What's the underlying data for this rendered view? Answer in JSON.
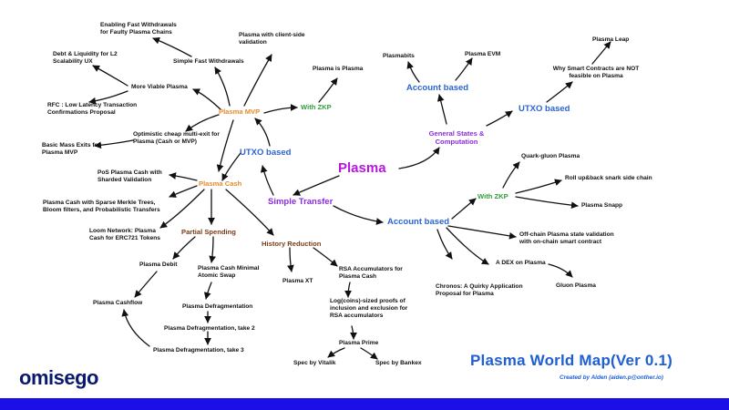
{
  "colors": {
    "center": "#b516e0",
    "blue": "#2a64d6",
    "orange": "#e8892b",
    "green": "#2f9e3a",
    "brown": "#7a3b14",
    "purple": "#8a2be2",
    "title": "#1f5fd6",
    "footer": "#1b0fe8",
    "logo": "#0a1a6b",
    "ink": "#111111"
  },
  "logo_text": "omisego",
  "title": "Plasma World Map(Ver 0.1)",
  "credit": "Created by Aiden (aiden.p@onther.io)",
  "nodes": {
    "plasma": "Plasma",
    "simple_transfer": "Simple Transfer",
    "utxo_left": "UTXO based",
    "plasma_mvp": "Plasma MVP",
    "plasma_cash": "Plasma Cash",
    "with_zkp_mvp": "With ZKP",
    "plasma_is_plasma": "Plasma is Plasma",
    "client_side": "Plasma with client-side validation",
    "fast_withdrawals_faulty": "Enabling Fast Withdrawals for Faulty Plasma Chains",
    "simple_fast_withdrawals": "Simple Fast Withdrawals",
    "debt_liquidity": "Debt & Liquidity for L2 Scalability UX",
    "more_viable": "More Viable Plasma",
    "rfc_low_latency": "RFC : Low Latency Transaction Confirmations Proposal",
    "optimistic_exit": "Optimistic cheap multi-exit for Plasma (Cash or MVP)",
    "basic_mass_exits": "Basic Mass Exits for Plasma MVP",
    "pos_plasma_cash": "PoS Plasma Cash with Sharded Validation",
    "sparse_merkle": "Plasma Cash with Sparse Merkle Trees, Bloom filters, and Probabilistic Transfers",
    "loom": "Loom Network: Plasma Cash for ERC721 Tokens",
    "partial_spending": "Partial Spending",
    "history_reduction": "History Reduction",
    "plasma_debit": "Plasma Debit",
    "cash_minimal_swap": "Plasma Cash Minimal Atomic Swap",
    "plasma_cashflow": "Plasma Cashflow",
    "defrag": "Plasma Defragmentation",
    "defrag2": "Plasma Defragmentation, take 2",
    "defrag3": "Plasma Defragmentation, take 3",
    "plasma_xt": "Plasma XT",
    "rsa_accumulators": "RSA Accumulators for Plasma Cash",
    "log_coins": "Log(coins)-sized proofs of inclusion and exclusion for RSA accumulators",
    "plasma_prime": "Plasma Prime",
    "spec_vitalik": "Spec by Vitalik",
    "spec_bankex": "Spec by Bankex",
    "general_states": "General States & Computation",
    "account_based_top": "Account based",
    "utxo_right": "UTXO based",
    "plasmabits": "Plasmabits",
    "plasma_evm": "Plasma EVM",
    "plasma_leap": "Plasma Leap",
    "why_smart_contracts": "Why Smart Contracts are NOT feasible on Plasma",
    "account_based_bottom": "Account based",
    "with_zkp_right": "With ZKP",
    "quark_gluon": "Quark-gluon Plasma",
    "roll_up": "Roll up&back snark side chain",
    "plasma_snapp": "Plasma Snapp",
    "offchain_state": "Off-chain Plasma state validation with on-chain smart contract",
    "dex_on_plasma": "A DEX on Plasma",
    "gluon_plasma": "Gluon Plasma",
    "chronos": "Chronos: A Quirky Application Proposal for Plasma"
  }
}
